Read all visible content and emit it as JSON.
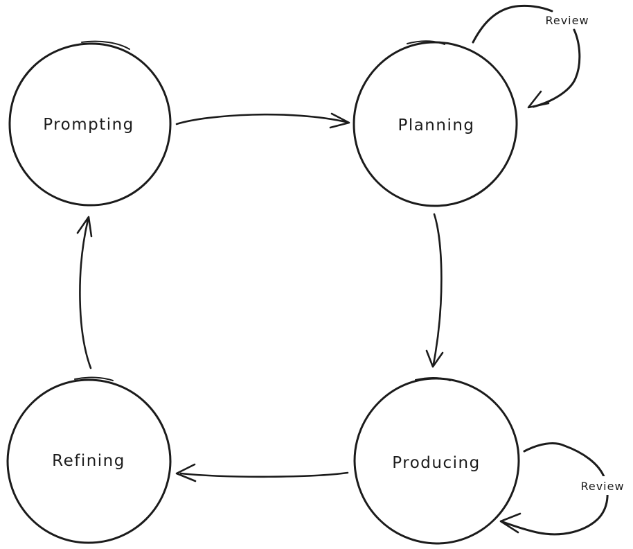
{
  "diagram": {
    "type": "state-cycle",
    "style": "hand-drawn",
    "colors": {
      "background": "#ffffff",
      "ink": "#1b1b1b"
    },
    "nodes": [
      {
        "id": "prompting",
        "label": "Prompting"
      },
      {
        "id": "planning",
        "label": "Planning"
      },
      {
        "id": "producing",
        "label": "Producing"
      },
      {
        "id": "refining",
        "label": "Refining"
      }
    ],
    "edges": [
      {
        "from": "prompting",
        "to": "planning",
        "label": ""
      },
      {
        "from": "planning",
        "to": "producing",
        "label": ""
      },
      {
        "from": "producing",
        "to": "refining",
        "label": ""
      },
      {
        "from": "refining",
        "to": "prompting",
        "label": ""
      },
      {
        "from": "planning",
        "to": "planning",
        "label": "Review"
      },
      {
        "from": "producing",
        "to": "producing",
        "label": "Review"
      }
    ]
  }
}
